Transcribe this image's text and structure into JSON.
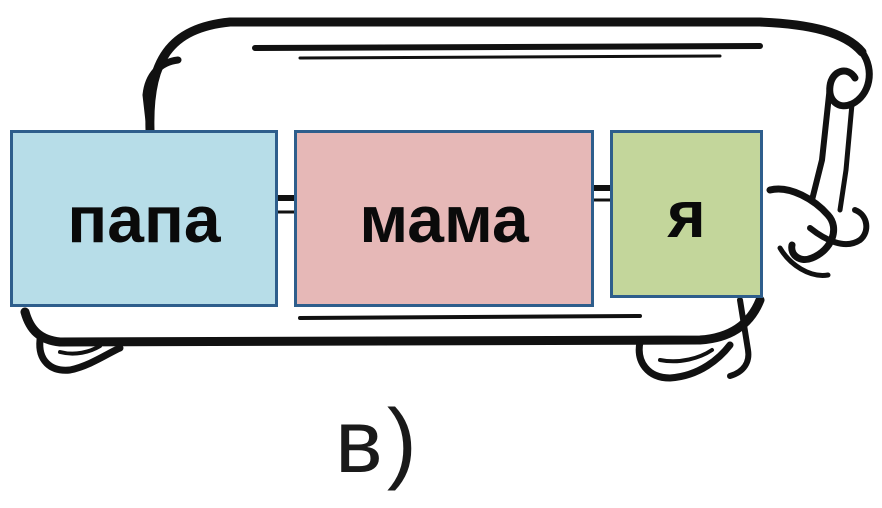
{
  "cards": [
    {
      "label": "папа",
      "color": "#b7dde8"
    },
    {
      "label": "мама",
      "color": "#e6b8b7"
    },
    {
      "label": "я",
      "color": "#c3d69b"
    }
  ],
  "border_color": "#2e5e8c",
  "caption": "в)"
}
